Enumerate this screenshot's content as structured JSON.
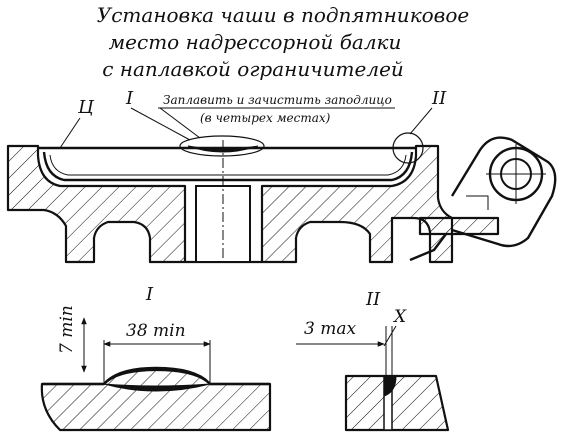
{
  "title": {
    "line1": "Установка чаши в подпятниковое",
    "line2": "место надрессорной балки",
    "line3": "с наплавкой ограничителей"
  },
  "note": {
    "line1": "Заплавить и зачистить заподлицо",
    "line2": "(в четырех местах)"
  },
  "labels": {
    "ts": "Ц",
    "view_one_top": "I",
    "view_two_top": "II",
    "view_one_detail": "I",
    "view_two_detail": "II"
  },
  "dimensions": {
    "height_min": "7 min",
    "width_min": "38 min",
    "gap_max": "3 max",
    "gap_x": "X"
  }
}
